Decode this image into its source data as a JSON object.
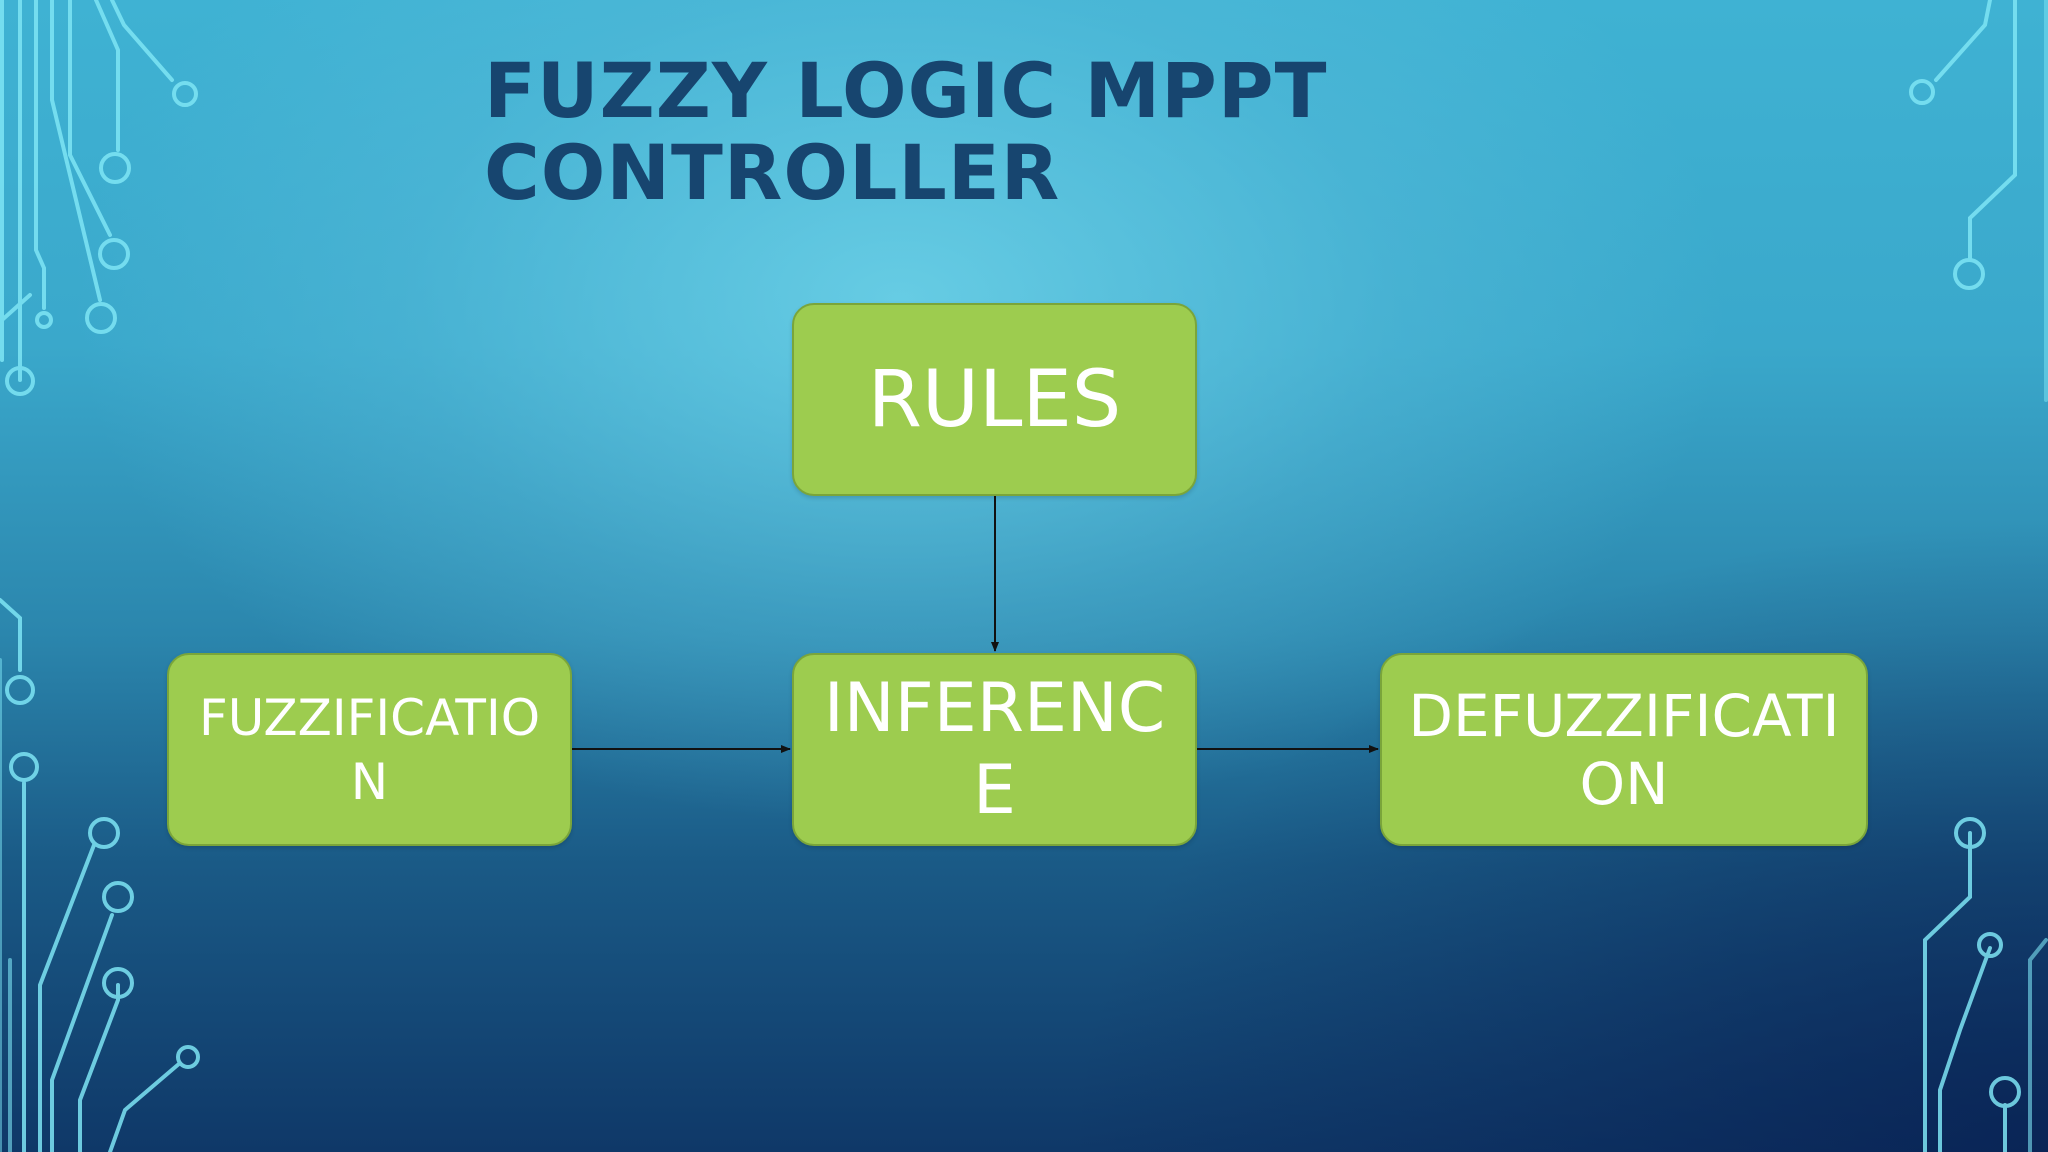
{
  "slide": {
    "title_line1": "FUZZY LOGIC MPPT",
    "title_line2": "CONTROLLER"
  },
  "diagram": {
    "nodes": {
      "rules": "RULES",
      "fuzzification": "FUZZIFICATION",
      "inference": "INFERENCE",
      "defuzzification": "DEFUZZIFICATION"
    },
    "edges": [
      {
        "from": "rules",
        "to": "inference"
      },
      {
        "from": "fuzzification",
        "to": "inference"
      },
      {
        "from": "inference",
        "to": "defuzzification"
      }
    ]
  },
  "colors": {
    "title": "#17456f",
    "box_fill": "#9dcc4f",
    "box_border": "#7aa53a",
    "box_text": "#ffffff",
    "arrow": "#111111",
    "circuit": "#6fe0f0"
  }
}
